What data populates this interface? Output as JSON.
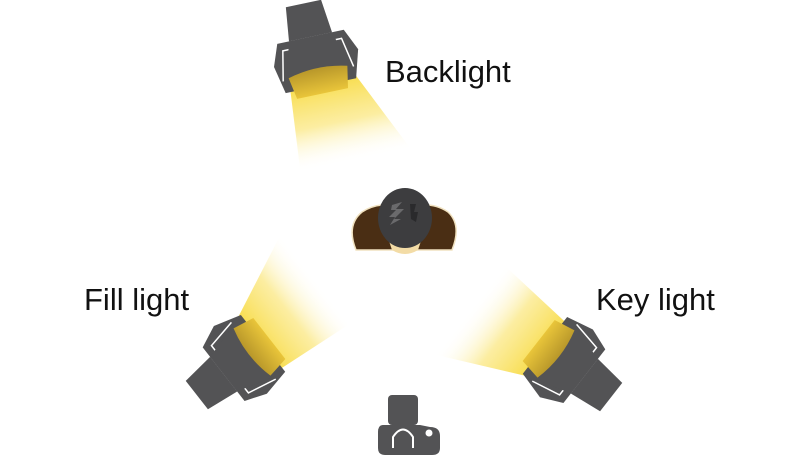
{
  "labels": {
    "backlight": "Backlight",
    "fill_light": "Fill light",
    "key_light": "Key light"
  },
  "colors": {
    "fixture": "#535355",
    "beam": "#f7dc3c",
    "hair": "#3d3d3f",
    "jacket": "#4a2e14",
    "skin": "#f3dca6"
  },
  "icons": [
    "spotlight-icon",
    "person-top-view-icon",
    "camera-icon"
  ]
}
